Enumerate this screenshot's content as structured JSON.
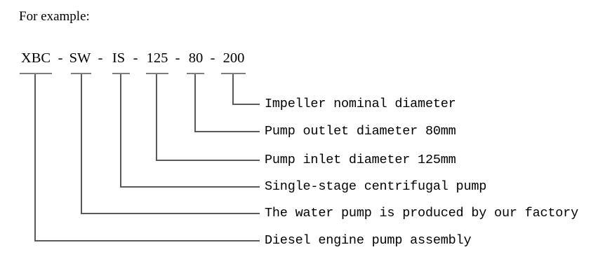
{
  "colors": {
    "background": "#ffffff",
    "text-color": "#000000",
    "line-color": "#5a5a5a",
    "bar-color": "#7e7e7e"
  },
  "heading": "For example:",
  "code": {
    "full": "XBC - SW - IS - 125 - 80 - 200",
    "segments": [
      "XBC",
      "SW",
      "IS",
      "125",
      "80",
      "200"
    ],
    "separator": "-"
  },
  "entries": [
    {
      "segment": "200",
      "meaning": "Impeller nominal diameter"
    },
    {
      "segment": "80",
      "meaning": "Pump outlet diameter 80mm"
    },
    {
      "segment": "125",
      "meaning": "Pump inlet diameter 125mm"
    },
    {
      "segment": "IS",
      "meaning": "Single-stage centrifugal pump"
    },
    {
      "segment": "SW",
      "meaning": "The water pump is produced by our factory"
    },
    {
      "segment": "XBC",
      "meaning": "Diesel engine pump assembly"
    }
  ]
}
